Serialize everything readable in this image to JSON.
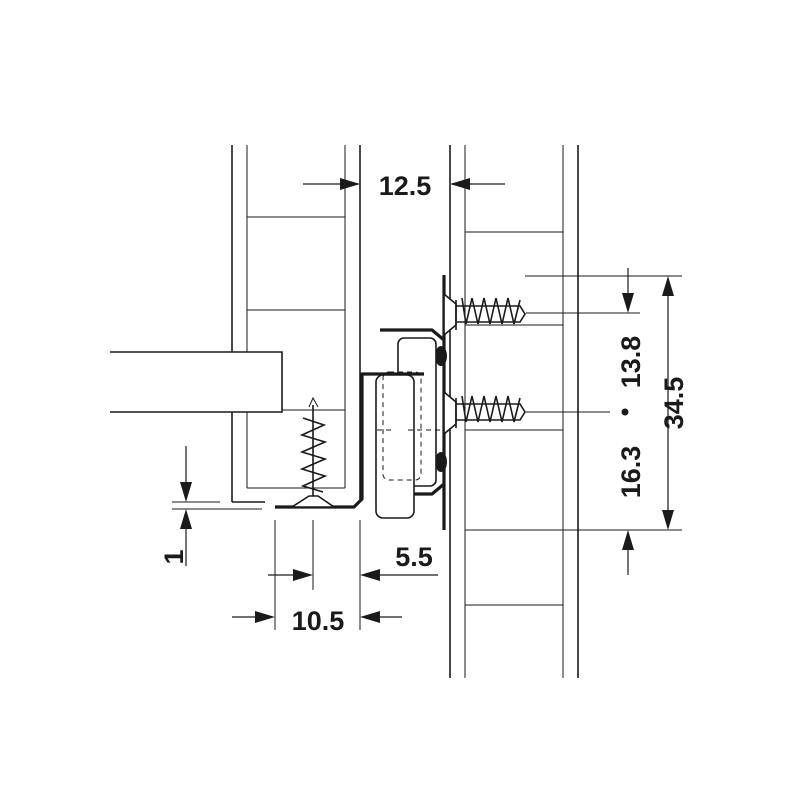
{
  "dimensions": {
    "top_gap": "12.5",
    "screw_spacing": "13.8",
    "total_height": "34.5",
    "lower_offset": "16.3",
    "slide_offset": "1",
    "slide_inset": "5.5",
    "slide_width": "10.5"
  },
  "colors": {
    "line": "#1a1a1a",
    "background": "#ffffff"
  }
}
